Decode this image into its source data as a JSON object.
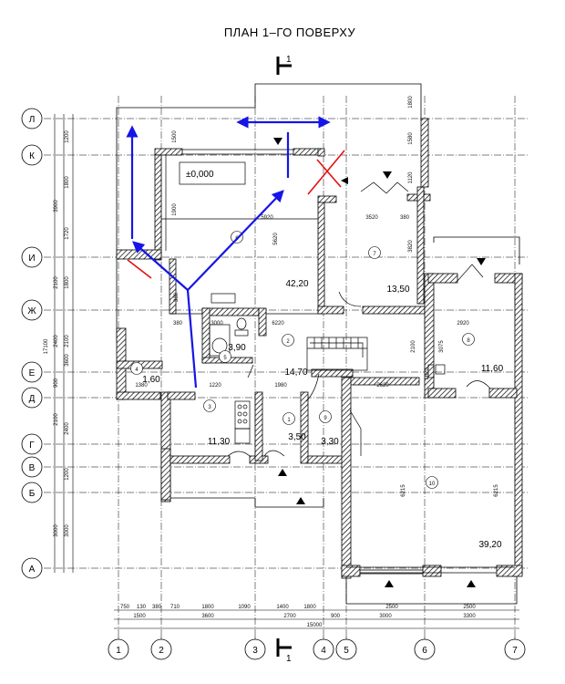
{
  "title": "ПЛАН 1–ГО ПОВЕРХУ",
  "section_marker": {
    "top": "1",
    "bottom": "1",
    "label": "I"
  },
  "level_mark": "±0,000",
  "axes_vertical": [
    "1",
    "2",
    "3",
    "4",
    "5",
    "6",
    "7"
  ],
  "axes_horizontal": [
    "Л",
    "К",
    "И",
    "Ж",
    "Е",
    "Д",
    "Г",
    "В",
    "Б",
    "А"
  ],
  "rooms": [
    {
      "id": "1",
      "area": "3,50"
    },
    {
      "id": "2",
      "area": "14,70"
    },
    {
      "id": "3",
      "area": "11,30"
    },
    {
      "id": "4",
      "area": "1,60"
    },
    {
      "id": "5",
      "area": "3,90"
    },
    {
      "id": "6",
      "area": "42,20"
    },
    {
      "id": "7",
      "area": "13,50"
    },
    {
      "id": "8",
      "area": "11,60"
    },
    {
      "id": "9",
      "area": "3,30"
    },
    {
      "id": "10",
      "area": "39,20"
    }
  ],
  "dims_inner": [
    "380",
    "3000",
    "6220",
    "2920",
    "380",
    "5920",
    "3520",
    "1380",
    "1980",
    "2620",
    "1220"
  ],
  "dims_left_outer": [
    "3900",
    "2100",
    "2400",
    "900",
    "2100",
    "3000",
    "17100"
  ],
  "dims_left_inner": [
    "1200",
    "1800",
    "1720",
    "1800",
    "2100",
    "3600",
    "2400",
    "1200",
    "3000"
  ],
  "dims_bottom_row1": [
    "750",
    "130",
    "380",
    "710",
    "1800",
    "1090",
    "1400",
    "1800",
    "2500",
    "2500"
  ],
  "dims_bottom_row2": [
    "1500",
    "3600",
    "2700",
    "900",
    "3000",
    "3300"
  ],
  "dims_bottom_total": "15000",
  "dims_top_small": [
    "1800",
    "1580",
    "1120",
    "3820",
    "1620",
    "2100",
    "3075"
  ],
  "dims_vertical_misc": [
    "5620",
    "6215",
    "6215",
    "1900",
    "1500",
    "380"
  ]
}
